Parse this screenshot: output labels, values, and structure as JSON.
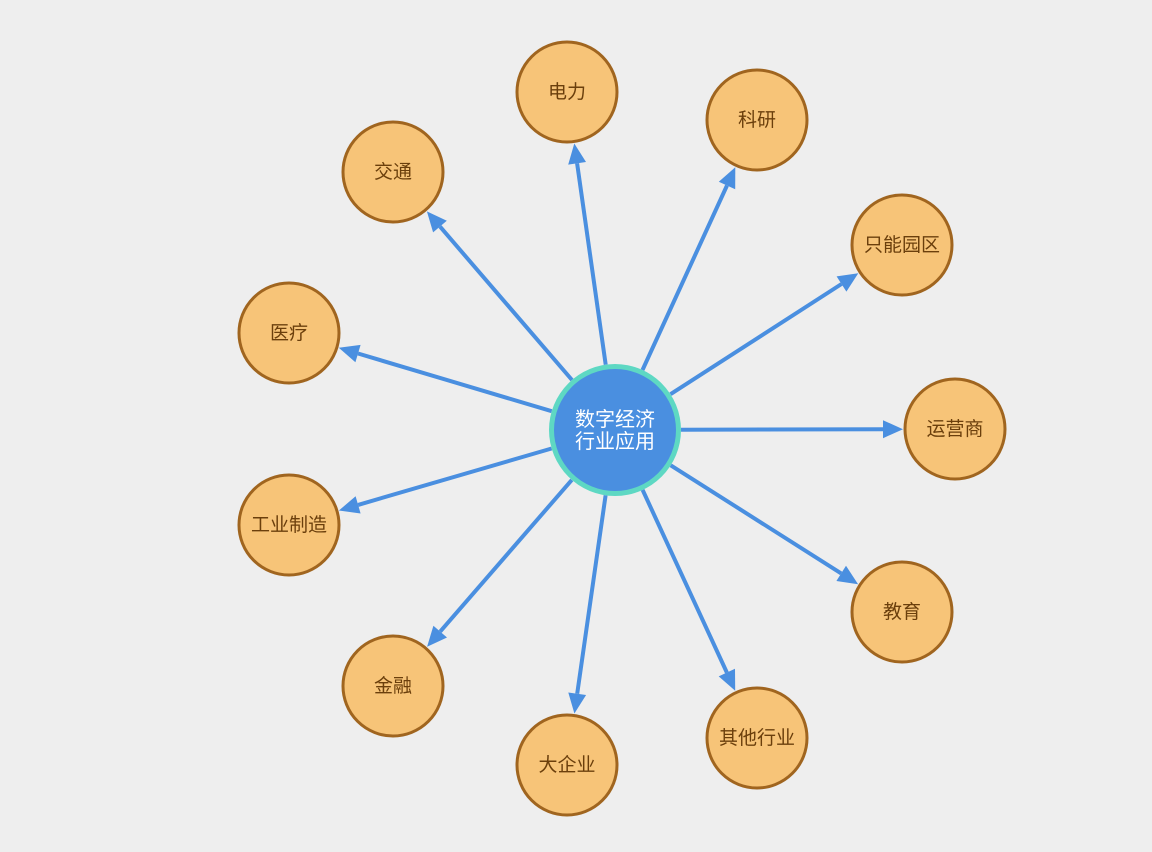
{
  "colors": {
    "background": "#eeeeee",
    "center_fill": "#4a8fe0",
    "center_ring": "#5ed8c3",
    "node_fill": "#f7c478",
    "node_stroke": "#a0651f",
    "node_text": "#6b3f0c",
    "edge": "#4a8fe0"
  },
  "center": {
    "label_line1": "数字经济",
    "label_line2": "行业应用"
  },
  "nodes": [
    {
      "id": "power",
      "label": "电力"
    },
    {
      "id": "research",
      "label": "科研"
    },
    {
      "id": "park",
      "label": "只能园区"
    },
    {
      "id": "operator",
      "label": "运营商"
    },
    {
      "id": "education",
      "label": "教育"
    },
    {
      "id": "other",
      "label": "其他行业"
    },
    {
      "id": "enterprise",
      "label": "大企业"
    },
    {
      "id": "finance",
      "label": "金融"
    },
    {
      "id": "manufacturing",
      "label": "工业制造"
    },
    {
      "id": "medical",
      "label": "医疗"
    },
    {
      "id": "transport",
      "label": "交通"
    }
  ]
}
